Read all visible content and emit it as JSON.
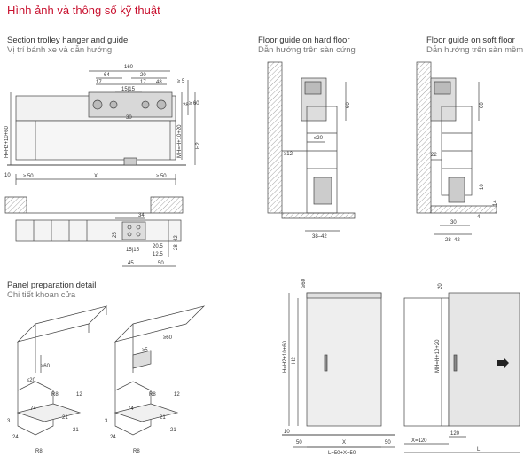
{
  "header": "Hình ảnh và thông số kỹ thuật",
  "sections": {
    "section": {
      "title": "Section trolley hanger and guide",
      "subtitle": "Vị trí bánh xe và dẫn hướng"
    },
    "hard_floor": {
      "title": "Floor guide on hard floor",
      "subtitle": "Dẫn hướng trên sàn cứng"
    },
    "soft_floor": {
      "title": "Floor guide on soft floor",
      "subtitle": "Dẫn hướng trên sàn mềm"
    },
    "panel_prep": {
      "title": "Panel preparation detail",
      "subtitle": "Chi tiết khoan cửa"
    }
  },
  "dims": {
    "d160": "160",
    "d64": "64",
    "d20": "20",
    "d17a": "17",
    "d17b": "17",
    "d48": "48",
    "d15_15": "15|15",
    "d30": "30",
    "ge5": "≥ 5",
    "d28": "28",
    "ge60": "≥ 60",
    "hh": "H=H2+10+60",
    "mh": "MH=H+10+20",
    "h2": "H2",
    "d10": "10",
    "ge50a": "≥ 50",
    "x": "X",
    "ge50b": "≥ 50",
    "d34": "34",
    "d25": "25",
    "d28_42": "28–42",
    "d15_15b": "15|15",
    "d20_5": "20,5",
    "d12_5": "12,5",
    "d45": "45",
    "d50": "50",
    "hf60": "60",
    "hf20": "≤20",
    "hf12": "≥12",
    "hf38": "38–42",
    "sf60": "60",
    "sf22": "22",
    "sf10": "10",
    "sf14": "14",
    "sf4": "4",
    "sf30": "30",
    "sf28": "28–42",
    "pp60a": "≥60",
    "pp20a": "≤20",
    "pp60b": "≥60",
    "pp5": "≥5",
    "r8a": "R8",
    "d12a": "12",
    "d74a": "74",
    "d21a": "21",
    "d3a": "3",
    "d24a": "24",
    "d21b": "21",
    "r8b": "R8",
    "r8c": "R8",
    "d12b": "12",
    "d74b": "74",
    "d21c": "21",
    "d3b": "3",
    "d24b": "24",
    "d21d": "21",
    "r8d": "R8",
    "fv60": "≥60",
    "fvHH": "H=H2+10+60",
    "fvH2": "H2",
    "fv10": "10",
    "fv50a": "50",
    "fvX": "X",
    "fv50b": "50",
    "fvL": "L=50+X+50",
    "sv20": "20",
    "svMH": "MH=H+10+20",
    "svX": "X=120",
    "sv120": "120",
    "svL": "L"
  }
}
